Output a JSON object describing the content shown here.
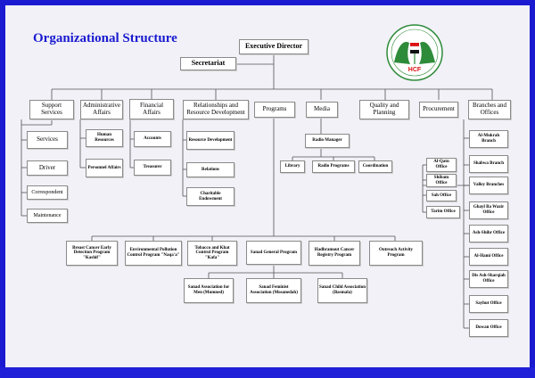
{
  "title": "Organizational Structure",
  "logo": {
    "icon": "hcf-logo-icon",
    "text": "HCF"
  },
  "colors": {
    "background": "#1a1ad0",
    "panel": "#f1f1f7",
    "title": "#1a1ad0",
    "logo_green": "#2e8b3a"
  },
  "top": {
    "executive": "Executive Director",
    "secretariat": "Secretariat"
  },
  "departments": [
    "Support Services",
    "Administrative Affairs",
    "Financial Affairs",
    "Relationships and Resource Development",
    "Programs",
    "Media",
    "Quality and Planning",
    "Procurement",
    "Branches and Offices"
  ],
  "support": [
    "Services",
    "Driver",
    "Correspondent",
    "Maintenance"
  ],
  "administrative": [
    "Human Resources",
    "Personnel Affairs"
  ],
  "financial": [
    "Accounts",
    "Treasurer"
  ],
  "relationships": [
    "Resource Development",
    "Relations",
    "Charitable Endowment"
  ],
  "media": {
    "manager": "Radio Manager",
    "units": [
      "Library",
      "Radio Programs",
      "Coordination"
    ]
  },
  "offices_left": [
    "Al-Qatn Office",
    "Shibam Office",
    "Sah Office",
    "Tarim Office"
  ],
  "offices_right": [
    "Al-Mukrah Branch",
    "Shabwa Branch",
    "Valley Branches",
    "Ghayl Ba Wazir Office",
    "Ash-Shihr Office",
    "Al-Hami Office",
    "Dis Ash-Sharqiah Office",
    "Sayhut Office",
    "Dowan Office"
  ],
  "programs": [
    "Breast Cancer Early Detection Program \"Kashif\"",
    "Environmental Pollution Control Program \"Naqa'a\"",
    "Tobacco and Khat Control Program \"Kafa\"",
    "Sanad General Program",
    "Hadhramout Cancer Registry Program",
    "Outreach Activity Program"
  ],
  "sanad": [
    "Sanad Association for Men (Mumned)",
    "Sanad Feminist Association (Mosanedah)",
    "Sanad Child Association (Basmala)"
  ]
}
